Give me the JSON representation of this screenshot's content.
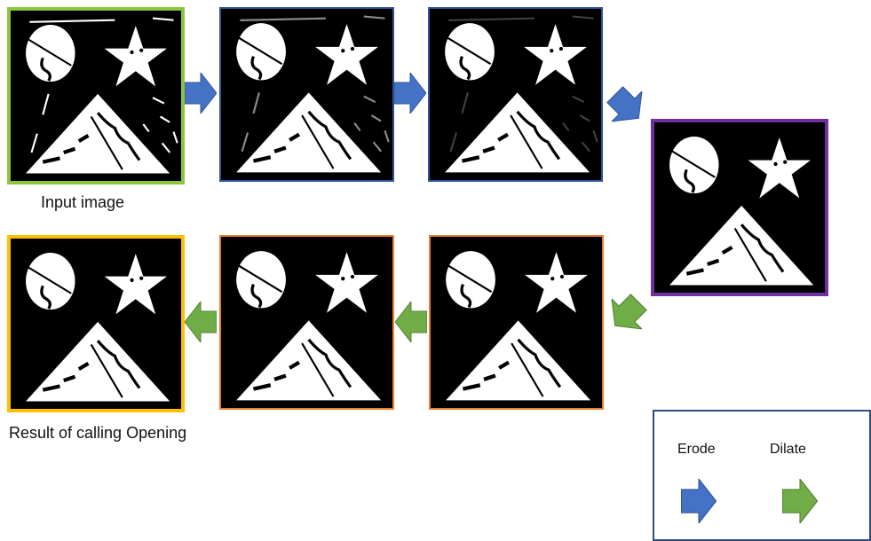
{
  "captions": {
    "input": "Input image",
    "result": "Result of calling Opening"
  },
  "legend": {
    "erode_label": "Erode",
    "dilate_label": "Dilate"
  },
  "colors": {
    "input_border": "#8cc63f",
    "erode_border": "#2e5597",
    "intermediate_border": "#7030a0",
    "dilate_border": "#ed7d31",
    "result_border": "#ffc000",
    "erode_arrow": "#4472c4",
    "dilate_arrow": "#70ad47"
  },
  "panels": [
    {
      "stage": "input",
      "icon": "noisy-shapes-image"
    },
    {
      "stage": "erode-1",
      "icon": "shapes-image"
    },
    {
      "stage": "erode-2",
      "icon": "shapes-image"
    },
    {
      "stage": "eroded",
      "icon": "shapes-image"
    },
    {
      "stage": "dilate-1",
      "icon": "shapes-image"
    },
    {
      "stage": "dilate-2",
      "icon": "shapes-image"
    },
    {
      "stage": "result",
      "icon": "shapes-image"
    }
  ]
}
